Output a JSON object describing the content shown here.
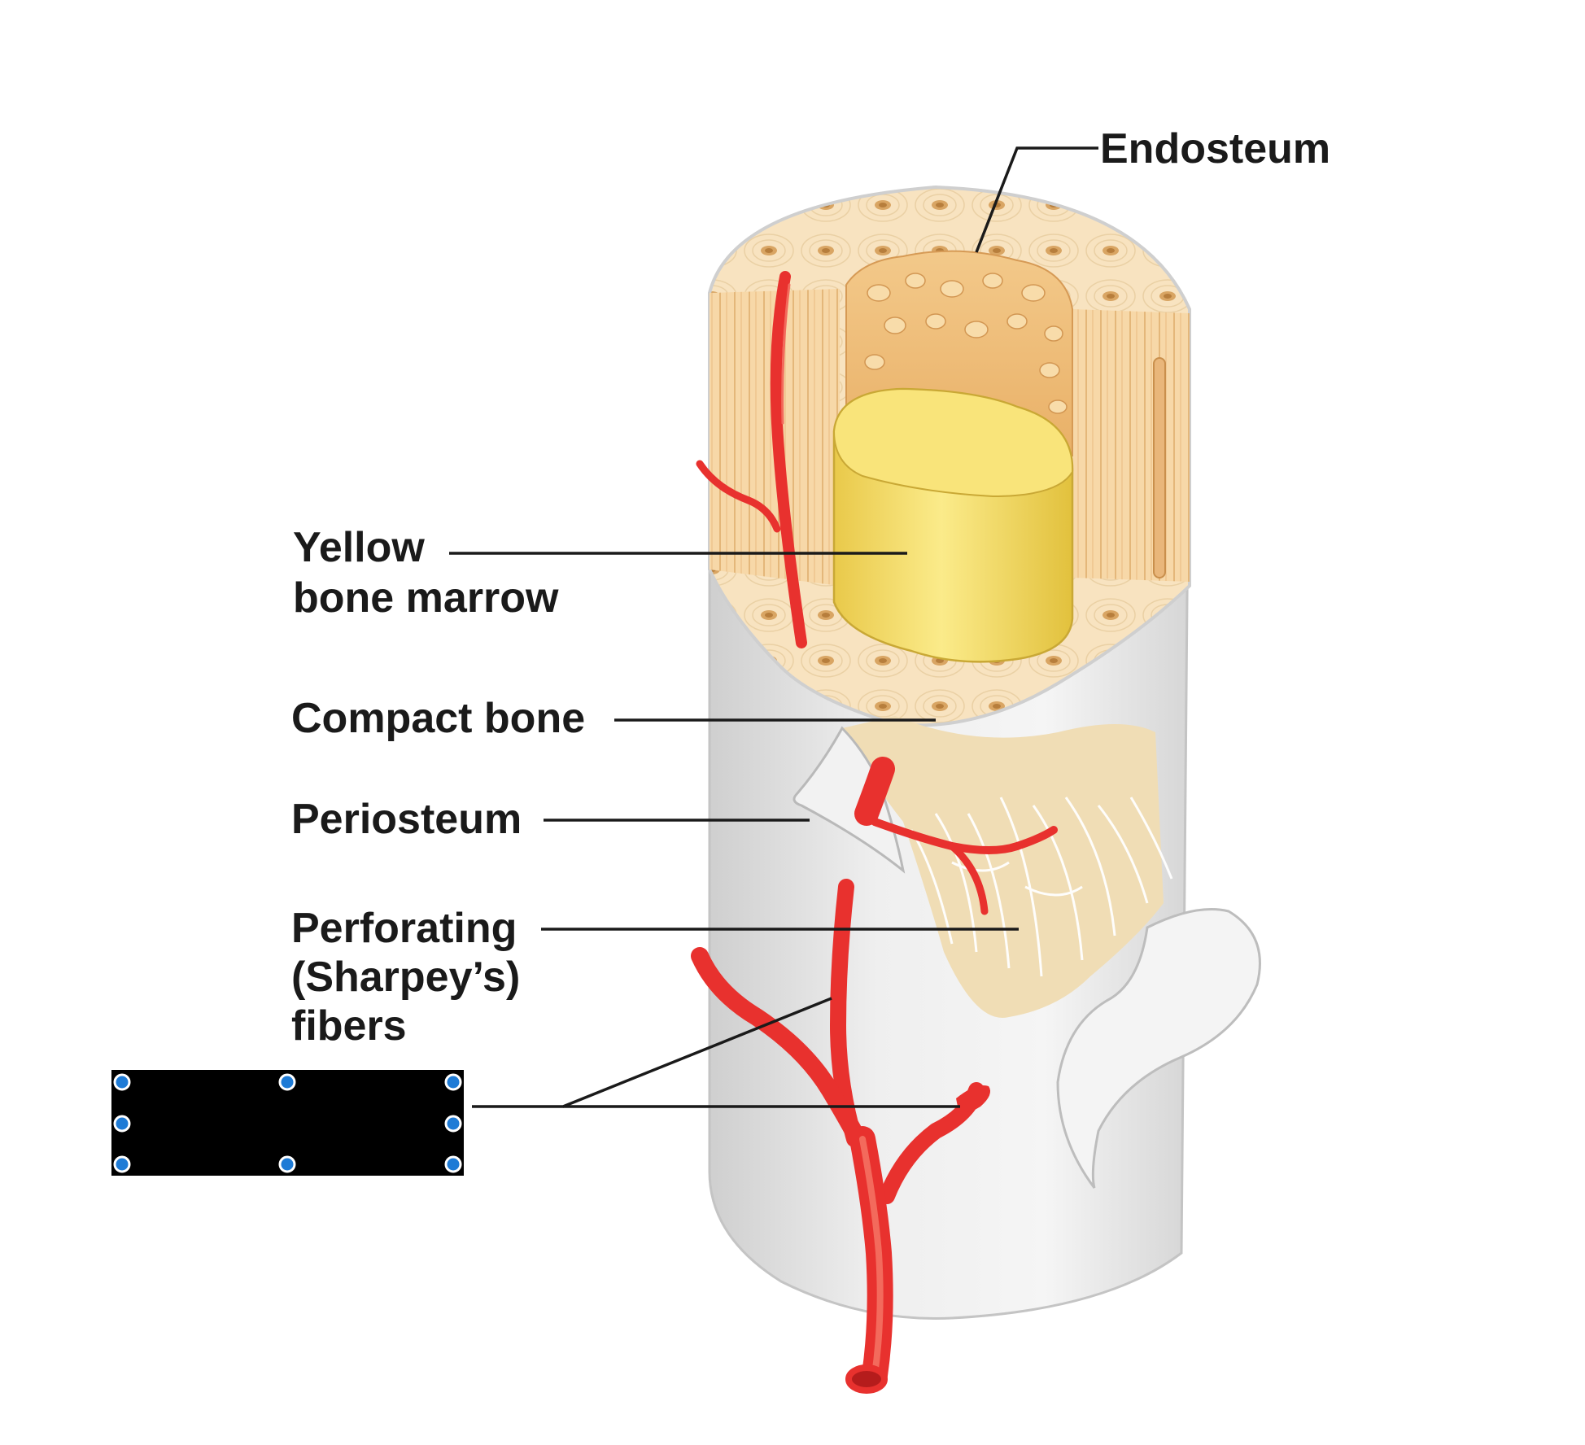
{
  "labels": {
    "endosteum": "Endosteum",
    "yellow_marrow_line1": "Yellow",
    "yellow_marrow_line2": "bone marrow",
    "compact_bone": "Compact bone",
    "periosteum": "Periosteum",
    "perforating_line1": "Perforating",
    "perforating_line2": "(Sharpey’s)",
    "perforating_line3": "fibers"
  },
  "colors": {
    "artery": "#e8312e",
    "compact_bone": "#f6dfb6",
    "marrow": "#f2dc6a",
    "periosteum": "#e4e4e4",
    "label_text": "#1a1a1a",
    "handle": "#1e7bd6"
  },
  "icons": {
    "resize_handle": "resize-handle-icon"
  }
}
